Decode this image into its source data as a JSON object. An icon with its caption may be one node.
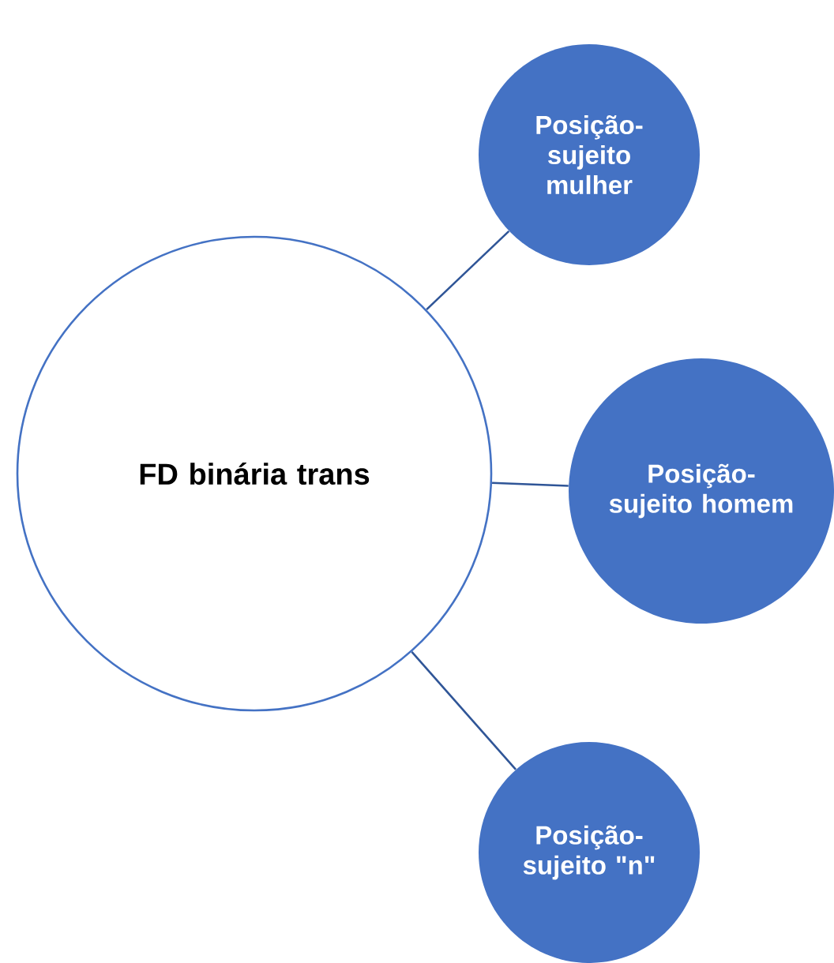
{
  "diagram": {
    "nodes": [
      {
        "text": [
          "FD binária trans"
        ]
      },
      {
        "text": [
          "Posição- sujeito mulher"
        ]
      },
      {
        "text": [
          "Posição- sujeito homem"
        ]
      },
      {
        "text": [
          "Posição- sujeito \"n\""
        ]
      }
    ],
    "edges": [
      {
        "from": 0,
        "to": 1,
        "arrow": "none"
      },
      {
        "from": 0,
        "to": 2,
        "arrow": "none"
      },
      {
        "from": 0,
        "to": 3,
        "arrow": "none"
      }
    ]
  }
}
